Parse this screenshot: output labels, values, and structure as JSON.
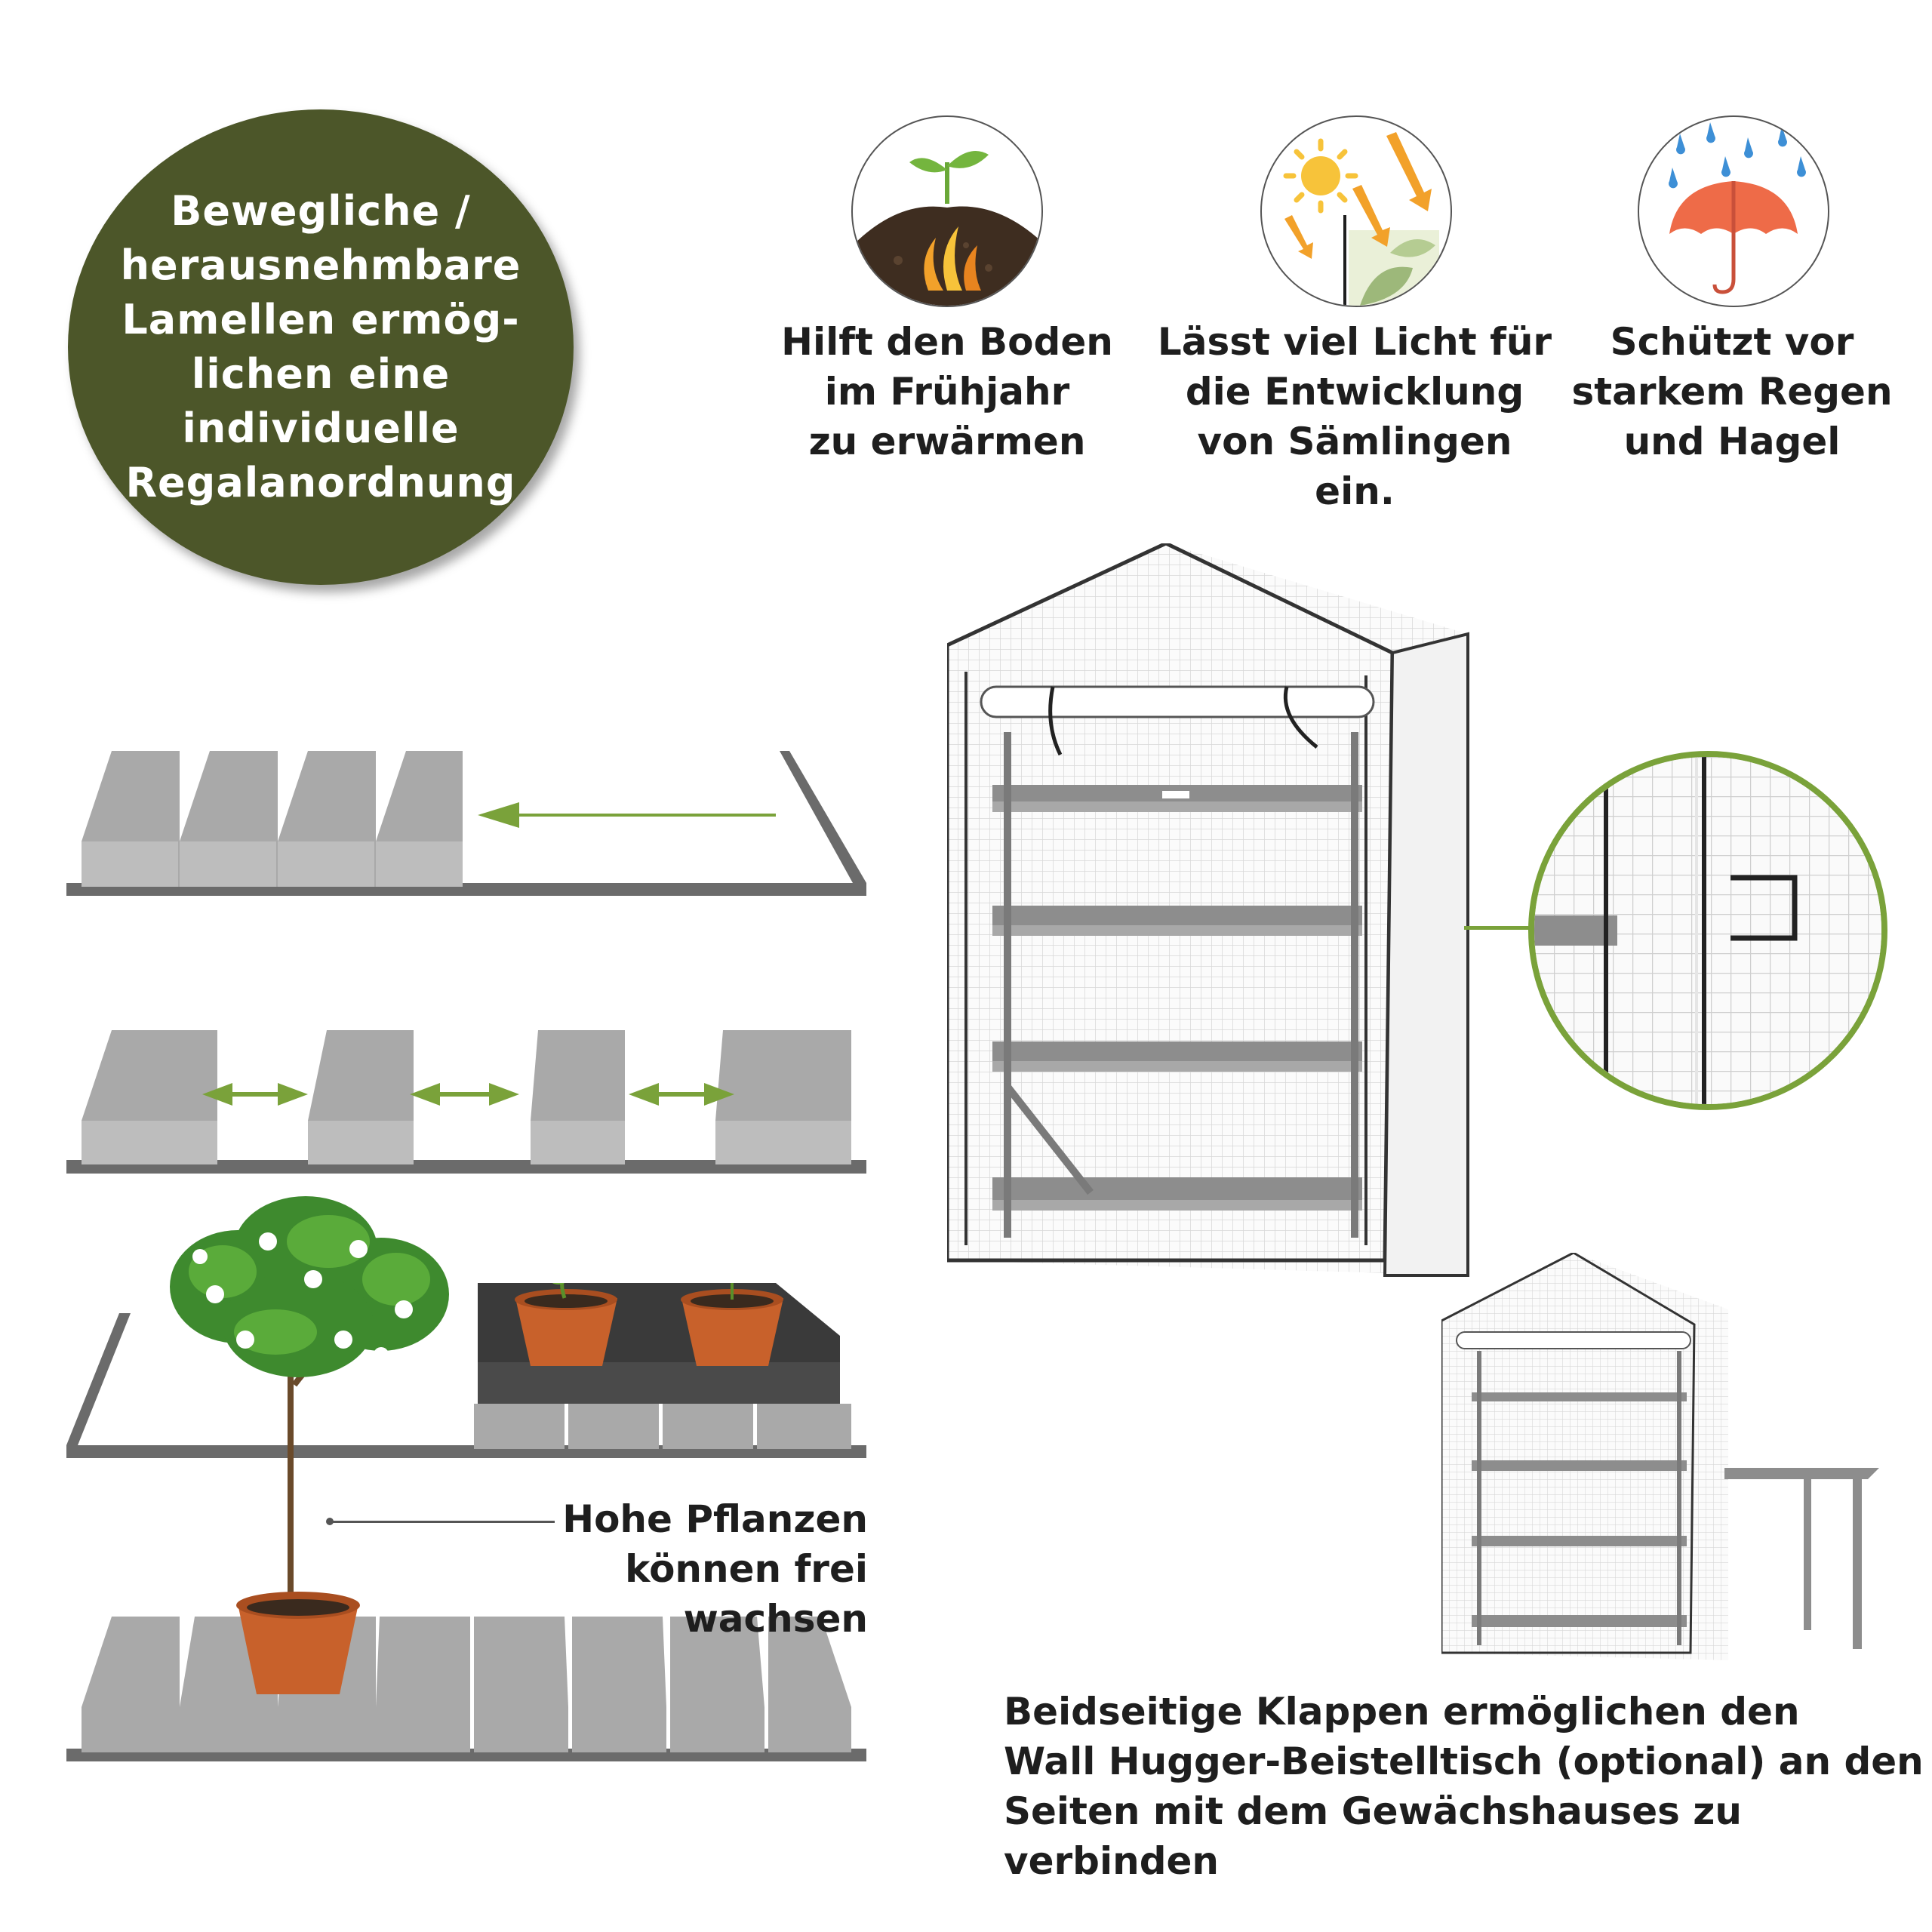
{
  "badge": {
    "lines": [
      "Bewegliche /",
      "herausnehmbare",
      "Lamellen ermög-",
      "lichen eine",
      "individuelle",
      "Regalanordnung"
    ]
  },
  "features": [
    {
      "icon": "soil-warming-icon",
      "lines": [
        "Hilft den Boden",
        "im Frühjahr",
        "zu erwärmen"
      ]
    },
    {
      "icon": "sunlight-icon",
      "lines": [
        "Lässt viel Licht für",
        "die Entwicklung",
        "von Sämlingen ein."
      ]
    },
    {
      "icon": "umbrella-rain-icon",
      "lines": [
        "Schützt vor",
        "starkem Regen",
        "und Hagel"
      ]
    }
  ],
  "tall_plants_caption": {
    "lines": [
      "Hohe Pflanzen",
      "können frei wachsen"
    ]
  },
  "side_table_caption": {
    "lines": [
      "Beidseitige Klappen ermöglichen den",
      "Wall Hugger-Beistelltisch (optional) an den",
      "Seiten mit dem Gewächshauses zu verbinden"
    ]
  },
  "colors": {
    "badge": "#4c5629",
    "accent_green": "#7aa23a",
    "slat_grey": "#a9a9a9",
    "frame_grey": "#6b6b6b"
  }
}
